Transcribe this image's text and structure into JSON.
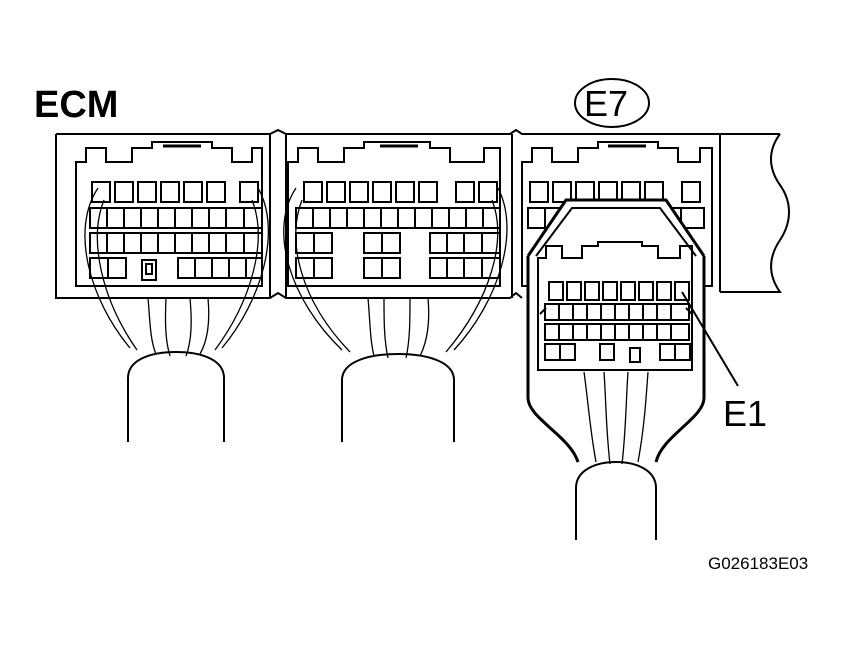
{
  "labels": {
    "unit": "ECM",
    "connector": "E7",
    "terminal": "E1",
    "figure_code": "G026183E03"
  },
  "colors": {
    "ink": "#000000",
    "paper": "#ffffff"
  }
}
